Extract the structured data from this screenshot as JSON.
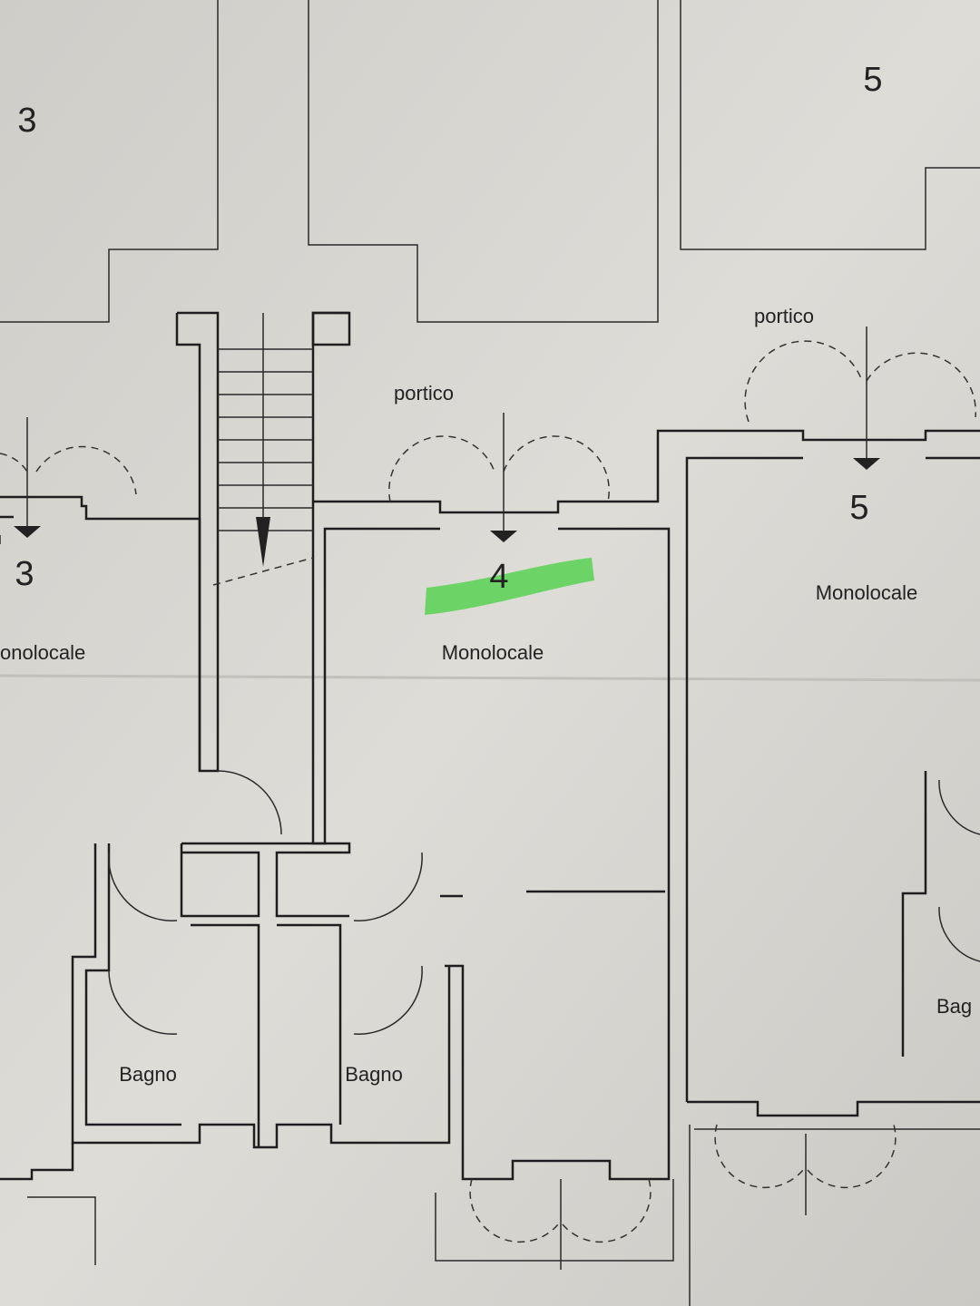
{
  "plan": {
    "unit_numbers_top": {
      "left": "3",
      "right": "5"
    },
    "portico_labels": [
      "portico",
      "portico"
    ],
    "unit_numbers": [
      "3",
      "4",
      "5"
    ],
    "room_labels": {
      "monolocale_left": "onolocale",
      "monolocale_center": "Monolocale",
      "monolocale_right": "Monolocale",
      "bagno_left": "Bagno",
      "bagno_center": "Bagno",
      "bagno_right": "Bag"
    },
    "highlight_color": "#5fd35a",
    "paper_color": "#d9d7d2"
  }
}
